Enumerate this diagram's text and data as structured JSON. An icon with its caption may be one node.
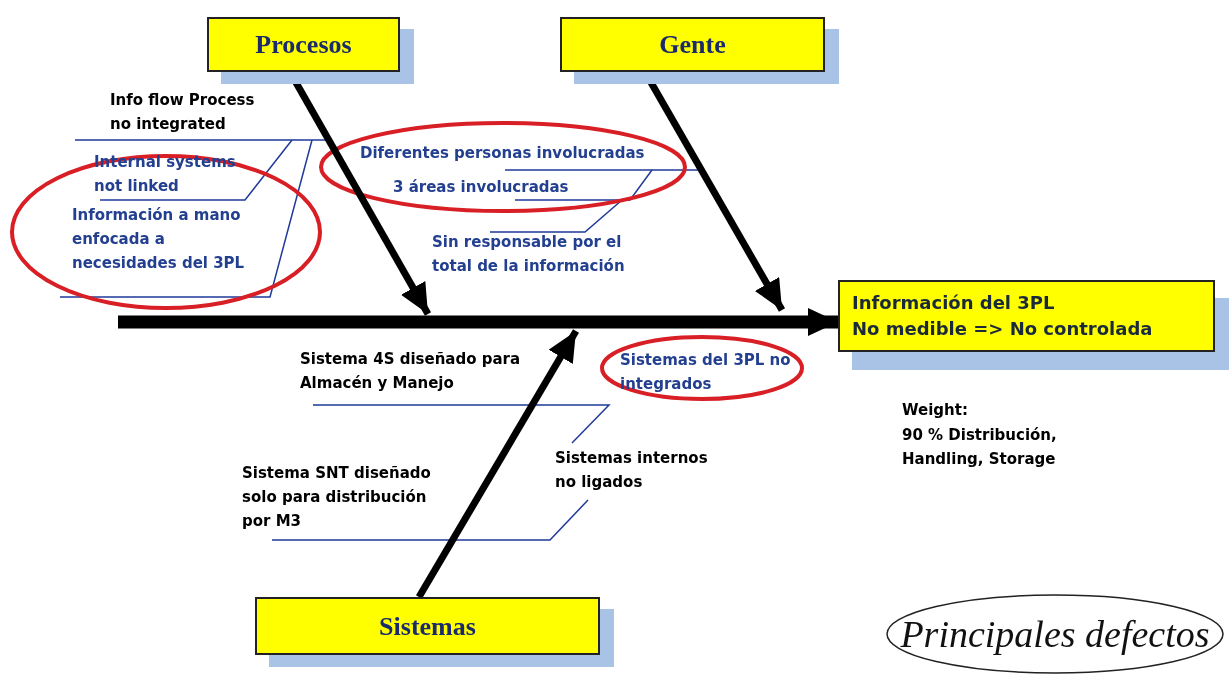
{
  "diagram": {
    "nodes": [
      {
        "text": [
          "Procesos"
        ]
      },
      {
        "text": [
          "Gente"
        ]
      },
      {
        "text": [
          "Sistemas"
        ]
      },
      {
        "text": [
          "Información del 3PL",
          "No medible => No controlada"
        ]
      },
      {
        "text": [
          "Principales defectos"
        ]
      }
    ],
    "edges": [
      {
        "from": 0,
        "to": null,
        "arrow": "to"
      },
      {
        "from": 1,
        "to": null,
        "arrow": "to"
      },
      {
        "from": 2,
        "to": null,
        "arrow": "to"
      },
      {
        "from": null,
        "to": 3,
        "arrow": "to",
        "style": "thick"
      }
    ],
    "labels": [
      "Info flow Process no integrated",
      "Internal systems not linked",
      "Información a mano enfocada a necesidades del 3PL",
      "Diferentes personas involucradas",
      "3 áreas involucradas",
      "Sin responsable por el total de la información",
      "Sistema 4S diseñado para Almacén y Manejo",
      "Sistemas del 3PL no integrados",
      "Sistema SNT diseñado solo para distribución por M3",
      "Sistemas internos no ligados",
      "Weight:",
      "90 % Distribución, Handling, Storage"
    ]
  }
}
